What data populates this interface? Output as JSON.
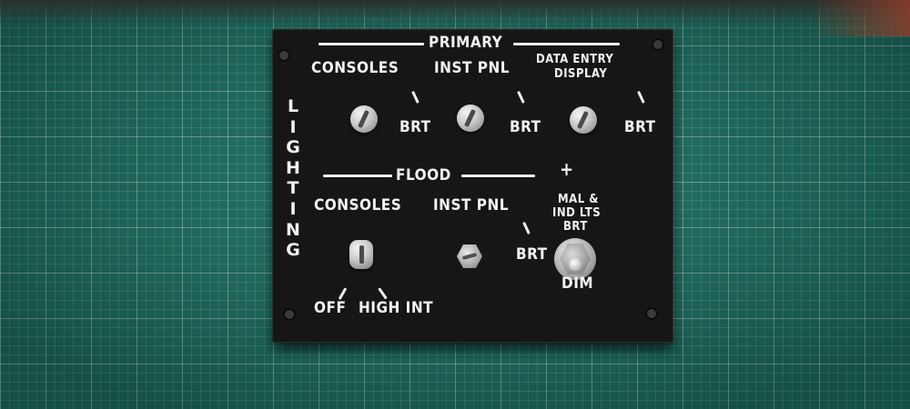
{
  "panel": {
    "side_label": [
      "L",
      "I",
      "G",
      "H",
      "T",
      "I",
      "N",
      "G"
    ],
    "primary": {
      "heading": "PRIMARY",
      "consoles": "CONSOLES",
      "inst_pnl": "INST PNL",
      "data_entry_line1": "DATA ENTRY",
      "data_entry_line2": "DISPLAY",
      "brt_1": "BRT",
      "brt_2": "BRT",
      "brt_3": "BRT"
    },
    "flood": {
      "heading": "FLOOD",
      "consoles": "CONSOLES",
      "inst_pnl": "INST PNL",
      "brt": "BRT",
      "off": "OFF",
      "high_int": "HIGH INT"
    },
    "mal_ind": {
      "plus": "+",
      "line1": "MAL &",
      "line2": "IND LTS",
      "line3": "BRT",
      "dim": "DIM"
    }
  }
}
